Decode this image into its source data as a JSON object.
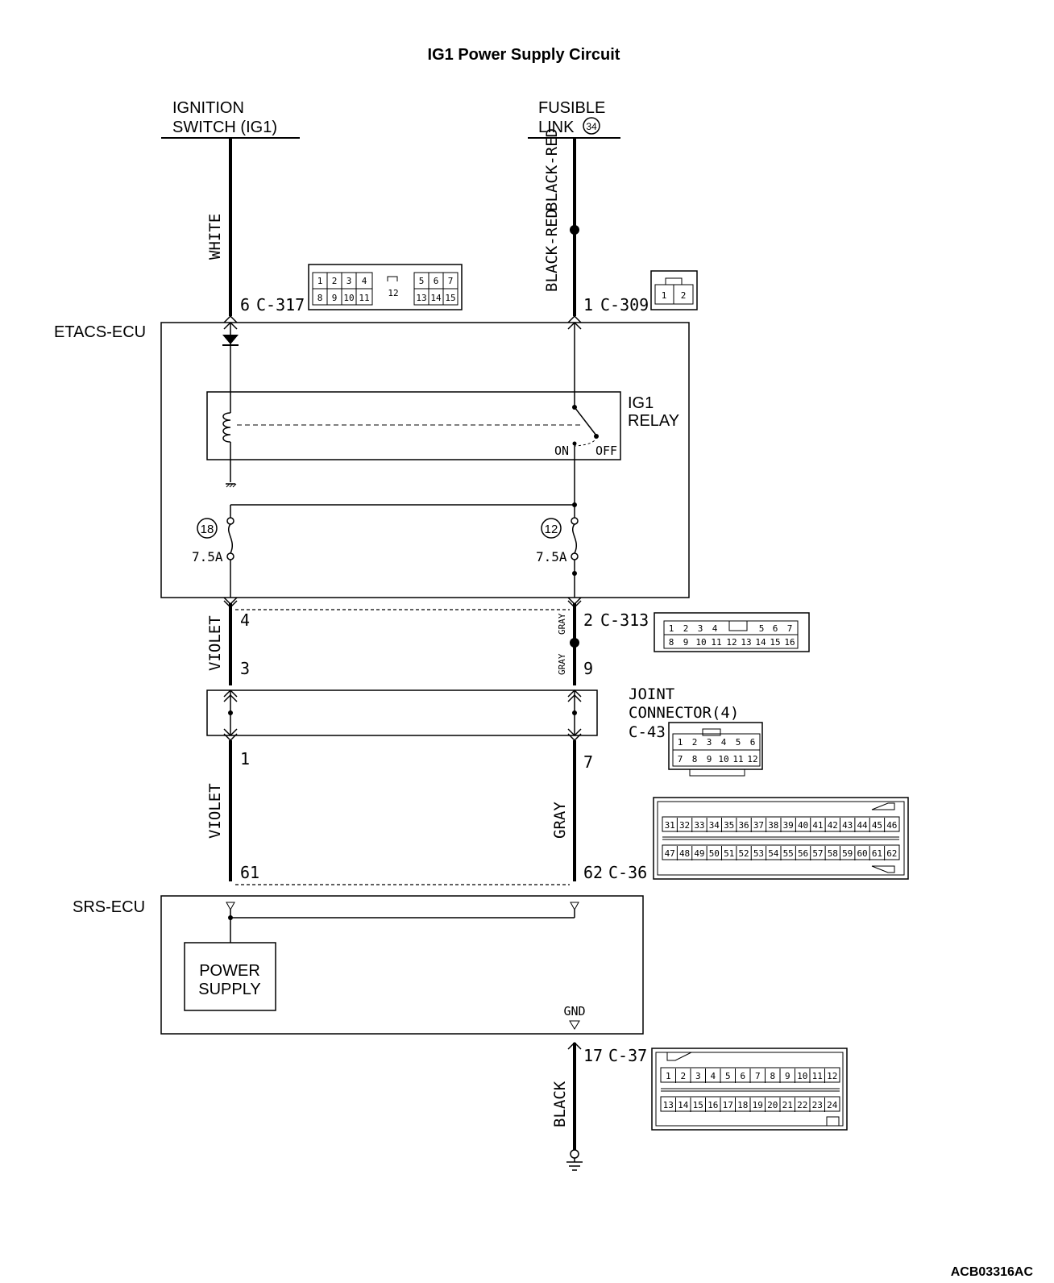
{
  "title": "IG1 Power Supply Circuit",
  "diagram_code": "ACB03316AC",
  "sources": {
    "ignition_line1": "IGNITION",
    "ignition_line2": "SWITCH (IG1)",
    "fusible_line1": "FUSIBLE",
    "fusible_line2": "LINK",
    "fusible_number": "34"
  },
  "wires": {
    "white": "WHITE",
    "black_red_top": "BLACK-RED",
    "black_red_bottom": "BLACK-RED",
    "violet_upper": "VIOLET",
    "violet_lower": "VIOLET",
    "gray_upper_a": "GRAY",
    "gray_upper_b": "GRAY",
    "gray_lower": "GRAY",
    "black": "BLACK"
  },
  "connectors": {
    "c317": {
      "pin": "6",
      "name": "C-317",
      "top": [
        "1",
        "2",
        "3",
        "4",
        "12",
        "5",
        "6",
        "7"
      ],
      "bottom": [
        "8",
        "9",
        "10",
        "11",
        "13",
        "14",
        "15"
      ]
    },
    "c309": {
      "pin": "1",
      "name": "C-309",
      "cells": [
        "1",
        "2"
      ]
    },
    "c313": {
      "pin": "2",
      "name": "C-313",
      "top": [
        "1",
        "2",
        "3",
        "4",
        "5",
        "6",
        "7"
      ],
      "bottom": [
        "8",
        "9",
        "10",
        "11",
        "12",
        "13",
        "14",
        "15",
        "16"
      ]
    },
    "c43": {
      "name": "C-43",
      "title1": "JOINT",
      "title2": "CONNECTOR(4)",
      "top": [
        "1",
        "2",
        "3",
        "4",
        "5",
        "6"
      ],
      "bottom": [
        "7",
        "8",
        "9",
        "10",
        "11",
        "12"
      ]
    },
    "c36": {
      "pin": "62",
      "name": "C-36",
      "top": [
        "31",
        "32",
        "33",
        "34",
        "35",
        "36",
        "37",
        "38",
        "39",
        "40",
        "41",
        "42",
        "43",
        "44",
        "45",
        "46"
      ],
      "bottom": [
        "47",
        "48",
        "49",
        "50",
        "51",
        "52",
        "53",
        "54",
        "55",
        "56",
        "57",
        "58",
        "59",
        "60",
        "61",
        "62"
      ]
    },
    "c37": {
      "pin": "17",
      "name": "C-37",
      "top": [
        "1",
        "2",
        "3",
        "4",
        "5",
        "6",
        "7",
        "8",
        "9",
        "10",
        "11",
        "12"
      ],
      "bottom": [
        "13",
        "14",
        "15",
        "16",
        "17",
        "18",
        "19",
        "20",
        "21",
        "22",
        "23",
        "24"
      ]
    }
  },
  "pins": {
    "violet_4": "4",
    "violet_3": "3",
    "gray_9": "9",
    "violet_1": "1",
    "gray_7": "7",
    "violet_61": "61"
  },
  "etacs": {
    "label": "ETACS-ECU",
    "relay_line1": "IG1",
    "relay_line2": "RELAY",
    "on": "ON",
    "off": "OFF",
    "fuse_left_num": "18",
    "fuse_left_rating": "7.5A",
    "fuse_right_num": "12",
    "fuse_right_rating": "7.5A"
  },
  "srs": {
    "label": "SRS-ECU",
    "power_line1": "POWER",
    "power_line2": "SUPPLY",
    "gnd": "GND"
  }
}
